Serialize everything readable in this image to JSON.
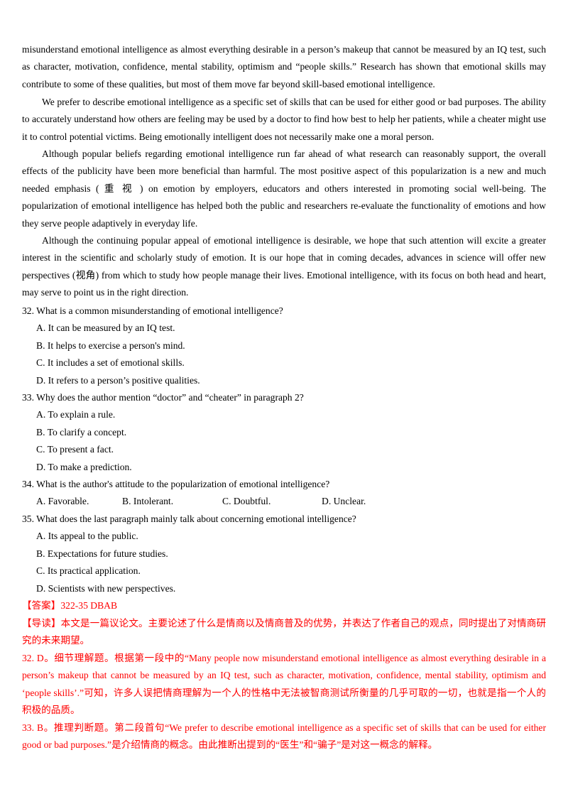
{
  "passage": {
    "p1": "misunderstand emotional intelligence as almost everything desirable in a person’s makeup that cannot be measured by an IQ test, such as character, motivation, confidence, mental stability, optimism and “people skills.” Research has shown that emotional skills may contribute to some of these qualities, but most of them move far beyond skill-based emotional intelligence.",
    "p2": "We prefer to describe emotional intelligence as a specific set of skills that can be used for either good or bad purposes. The ability to accurately understand how others are feeling may be used by a doctor to find how best to help her patients, while a cheater might use it to control potential victims. Being emotionally intelligent does not necessarily make one a moral person.",
    "p3": "Although popular beliefs regarding emotional intelligence run far ahead of what research can reasonably support, the overall effects of the publicity have been more beneficial than harmful. The most positive aspect of this popularization is a new and much needed emphasis ( 重 视 ) on emotion by employers, educators and others interested in promoting social well-being. The popularization of emotional intelligence has helped both the public and researchers re-evaluate the functionality of emotions and how they serve people adaptively in everyday life.",
    "p4": "Although the continuing popular appeal of emotional intelligence is desirable, we hope that such attention will excite a greater interest in the scientific and scholarly study of emotion. It is our hope that in coming decades, advances in science will offer new perspectives (视角) from which to study how people manage their lives. Emotional intelligence, with its focus on both head and heart, may serve to point us in the right direction."
  },
  "questions": {
    "q32": {
      "stem": "32. What is a common misunderstanding of emotional intelligence?",
      "a": "A. It can be measured by an IQ test.",
      "b": "B. It helps to exercise a person's mind.",
      "c": "C. It includes a set of emotional skills.",
      "d": "D. It refers to a person’s positive qualities."
    },
    "q33": {
      "stem": "33. Why does the author mention “doctor” and “cheater” in paragraph 2?",
      "a": "A. To explain a rule.",
      "b": "B. To clarify a concept.",
      "c": "C. To present a fact.",
      "d": "D. To make a prediction."
    },
    "q34": {
      "stem": "34. What is the author's attitude to the popularization of emotional intelligence?",
      "a": "A. Favorable.",
      "b": "B. Intolerant.",
      "c": "C. Doubtful.",
      "d": "D. Unclear."
    },
    "q35": {
      "stem": "35. What does the last paragraph mainly talk about concerning emotional intelligence?",
      "a": "A. Its appeal to the public.",
      "b": "B. Expectations for future studies.",
      "c": "C. Its practical application.",
      "d": "D. Scientists with new perspectives."
    }
  },
  "answers": {
    "key": "【答案】322-35 DBAB",
    "guide": "【导读】本文是一篇议论文。主要论述了什么是情商以及情商普及的优势，并表达了作者自己的观点，同时提出了对情商研究的未来期望。",
    "exp32": "32. D。细节理解题。根据第一段中的“Many people now misunderstand emotional intelligence as almost everything desirable in a person’s makeup that cannot be measured by an IQ test, such as character, motivation, confidence, mental stability, optimism and ‘people skills’.”可知，许多人误把情商理解为一个人的性格中无法被智商测试所衡量的几乎可取的一切，也就是指一个人的积极的品质。",
    "exp33": "33. B。推理判断题。第二段首句“We prefer to describe emotional intelligence as a specific set of skills that can be used for either good or bad purposes.”是介绍情商的概念。由此推断出提到的“医生”和“骗子”是对这一概念的解释。"
  },
  "colors": {
    "text": "#000000",
    "answer": "#ff0000"
  }
}
